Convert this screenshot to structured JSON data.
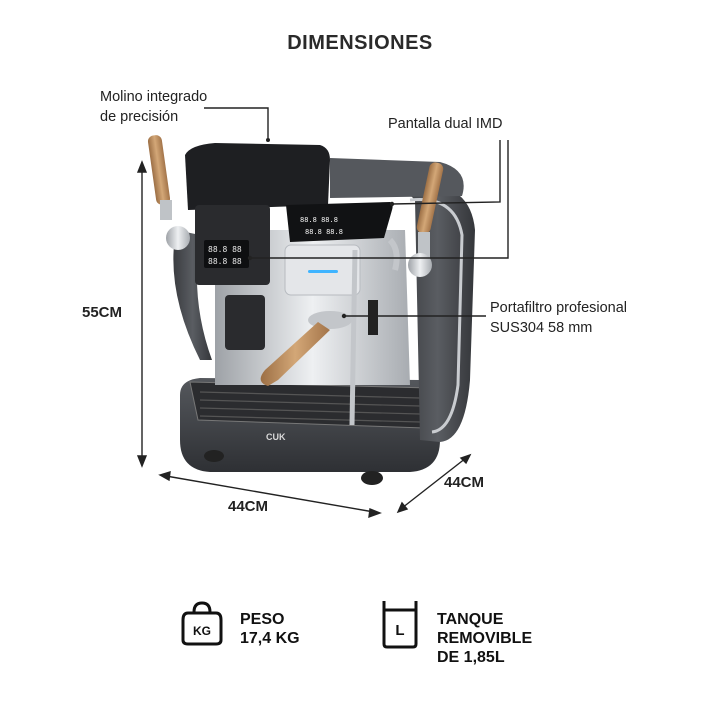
{
  "title": "DIMENSIONES",
  "callouts": {
    "grinder_line1": "Molino integrado",
    "grinder_line2": "de precisión",
    "display": "Pantalla dual IMD",
    "portafilter_line1": "Portafiltro profesional",
    "portafilter_line2": "SUS304 58 mm"
  },
  "dimensions": {
    "height": "55CM",
    "width": "44CM",
    "depth": "44CM"
  },
  "specs": {
    "weight_icon_text": "KG",
    "weight_line1": "PESO",
    "weight_line2": "17,4 KG",
    "tank_icon_text": "L",
    "tank_line1": "TANQUE",
    "tank_line2": "REMOVIBLE",
    "tank_line3": "DE 1,85L"
  },
  "brand": "CUK",
  "icons": {
    "weight": "kettlebell-weight-icon",
    "tank": "water-tank-icon"
  },
  "colors": {
    "machine_body": "#4a4d52",
    "chrome": "#c9ccd0",
    "wood": "#b98a5c",
    "dark": "#1e1f22"
  }
}
